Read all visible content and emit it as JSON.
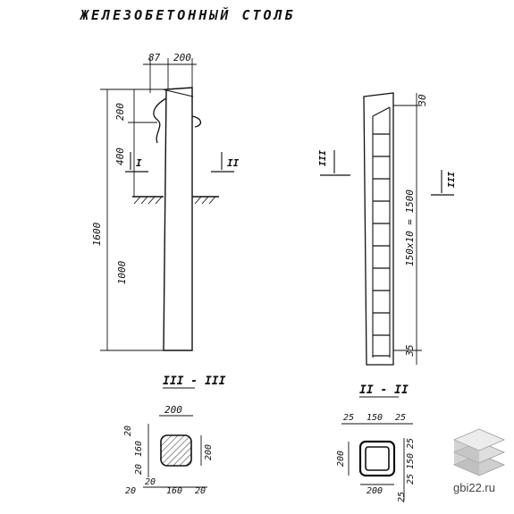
{
  "title": "ЖЕЛЕЗОБЕТОННЫЙ СТОЛБ",
  "elevation": {
    "top_dims": [
      "87",
      "200"
    ],
    "side_dims": [
      "200",
      "400"
    ],
    "height_total": "1600",
    "height_lower": "1000",
    "section_marks": [
      "I",
      "II"
    ],
    "section_caption": "III - III"
  },
  "reinforcement": {
    "top_dim": "30",
    "length_label": "150x10 = 1500",
    "bottom_dim": "35",
    "section_marks": [
      "III",
      "III"
    ],
    "section_caption": "II - II"
  },
  "section_solid": {
    "top": "200",
    "left": [
      "20",
      "160",
      "20"
    ],
    "right": "200",
    "bottom": [
      "20",
      "160",
      "20"
    ],
    "bottom_left": "20"
  },
  "section_hollow": {
    "top": [
      "25",
      "150",
      "25"
    ],
    "left": "200",
    "right": [
      "25",
      "150",
      "25"
    ],
    "bottom": "200",
    "bottom_left": "25"
  },
  "watermark": {
    "text": "gbi22.ru"
  }
}
